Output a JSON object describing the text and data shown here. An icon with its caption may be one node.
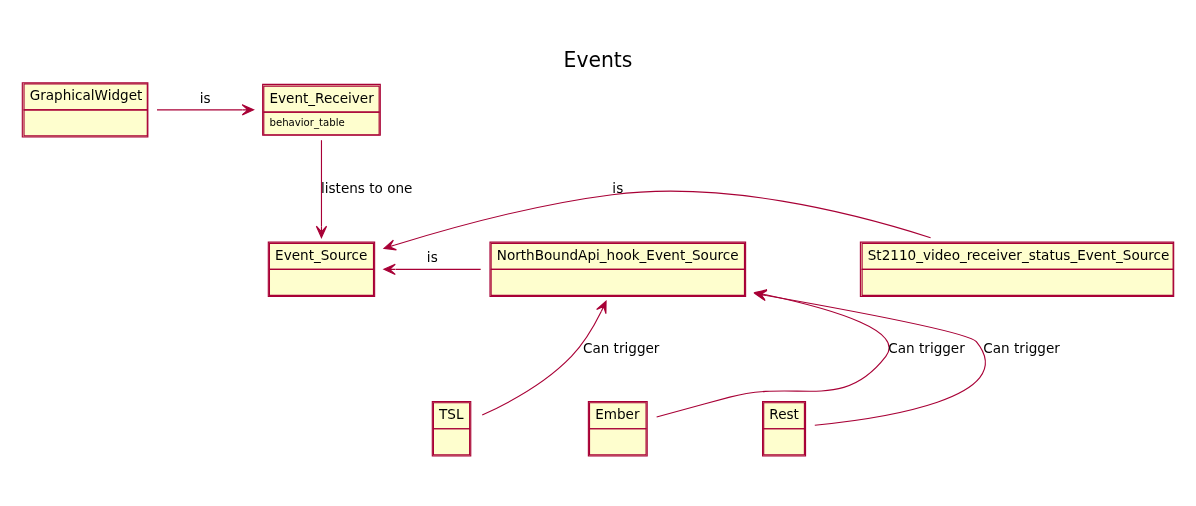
{
  "diagram": {
    "title": "Events",
    "nodes": [
      {
        "text": [
          "GraphicalWidget"
        ]
      },
      {
        "text": [
          "Event_Receiver",
          "behavior_table"
        ]
      },
      {
        "text": [
          "Event_Source"
        ]
      },
      {
        "text": [
          "NorthBoundApi_hook_Event_Source"
        ]
      },
      {
        "text": [
          "St2110_video_receiver_status_Event_Source"
        ]
      },
      {
        "text": [
          "TSL"
        ]
      },
      {
        "text": [
          "Ember"
        ]
      },
      {
        "text": [
          "Rest"
        ]
      }
    ],
    "edges": [
      {
        "from": 0,
        "to": 1,
        "arrow": "to",
        "label": "is"
      },
      {
        "from": 1,
        "to": 2,
        "arrow": "to",
        "label": "listens to one"
      },
      {
        "from": 3,
        "to": 2,
        "arrow": "to",
        "label": "is"
      },
      {
        "from": 4,
        "to": 2,
        "arrow": "to",
        "label": "is"
      },
      {
        "from": 5,
        "to": 3,
        "arrow": "to",
        "label": "Can trigger"
      },
      {
        "from": 6,
        "to": 3,
        "arrow": "to",
        "label": "Can trigger"
      },
      {
        "from": 7,
        "to": 3,
        "arrow": "to",
        "label": "Can trigger"
      }
    ]
  }
}
